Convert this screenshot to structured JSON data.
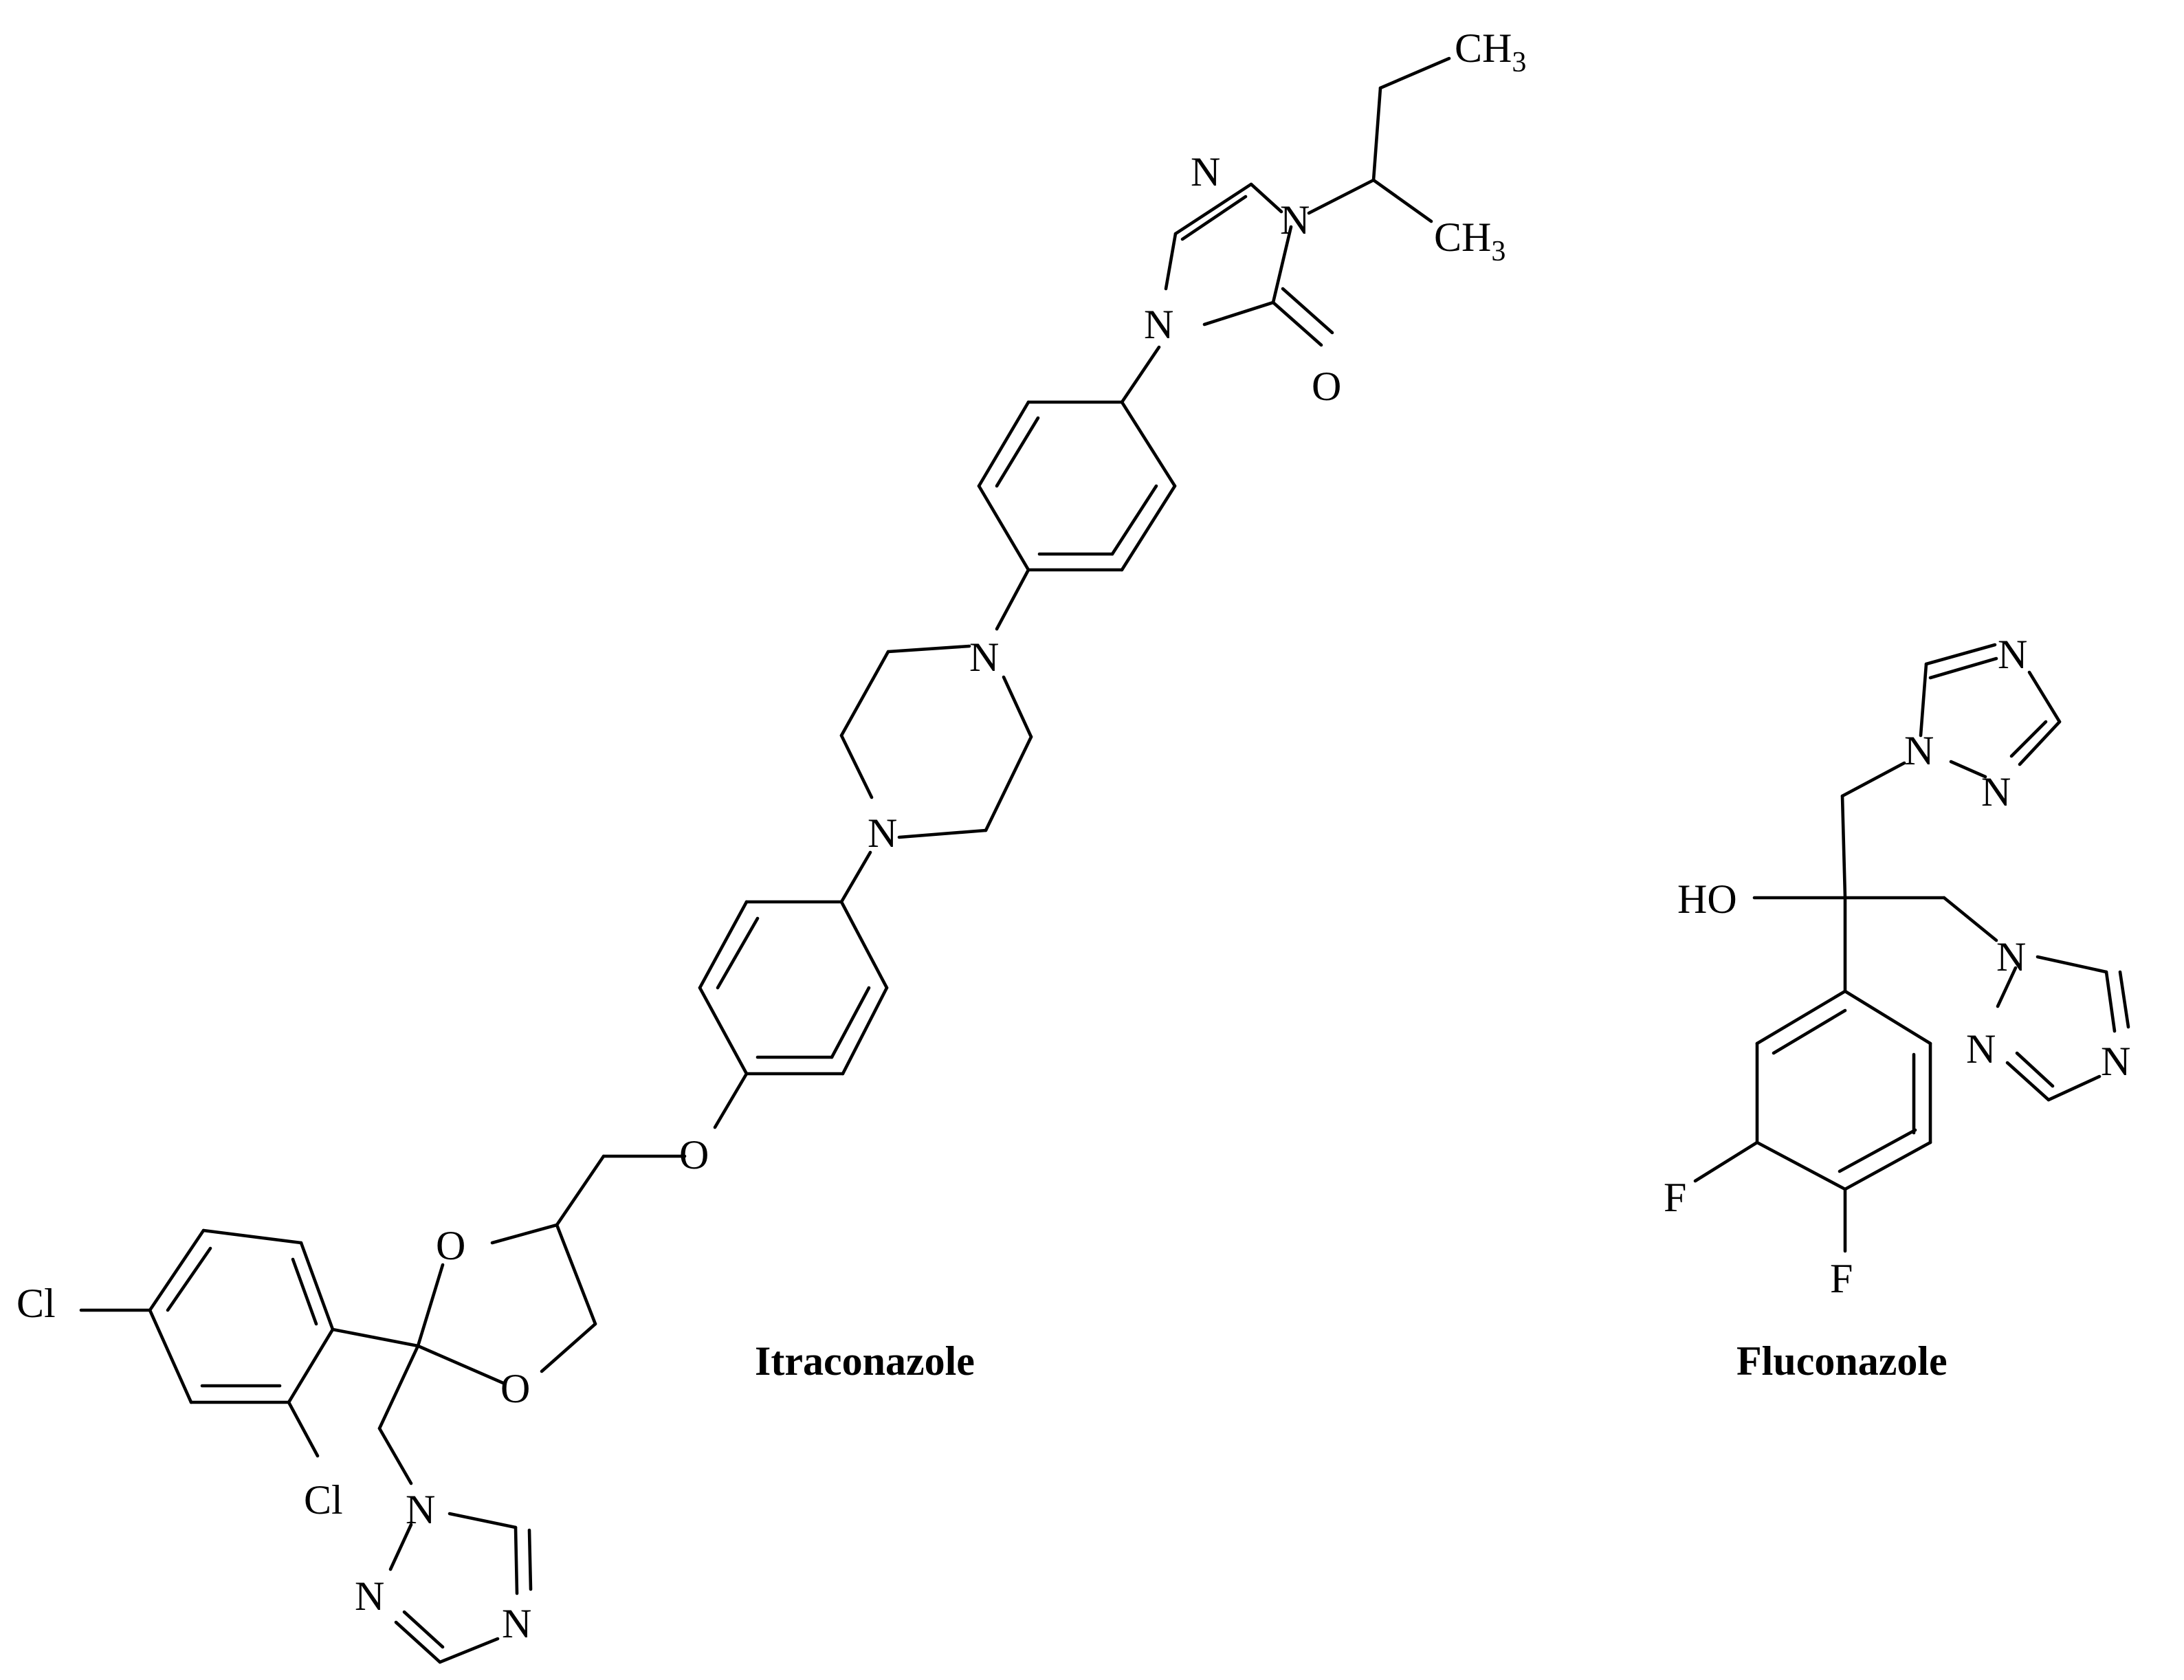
{
  "colors": {
    "background": "#ffffff",
    "ink": "#000000"
  },
  "molecules": [
    {
      "name": "Itraconazole",
      "atoms": [
        {
          "text": "CH3"
        },
        {
          "text": "N"
        },
        {
          "text": "N"
        },
        {
          "text": "CH3"
        },
        {
          "text": "N"
        },
        {
          "text": "O"
        },
        {
          "text": "N"
        },
        {
          "text": "N"
        },
        {
          "text": "O"
        },
        {
          "text": "O"
        },
        {
          "text": "O"
        },
        {
          "text": "Cl"
        },
        {
          "text": "Cl"
        },
        {
          "text": "N"
        },
        {
          "text": "N"
        },
        {
          "text": "N"
        }
      ]
    },
    {
      "name": "Fluconazole",
      "atoms": [
        {
          "text": "N"
        },
        {
          "text": "N"
        },
        {
          "text": "N"
        },
        {
          "text": "HO"
        },
        {
          "text": "N"
        },
        {
          "text": "N"
        },
        {
          "text": "N"
        },
        {
          "text": "F"
        },
        {
          "text": "F"
        }
      ]
    }
  ]
}
